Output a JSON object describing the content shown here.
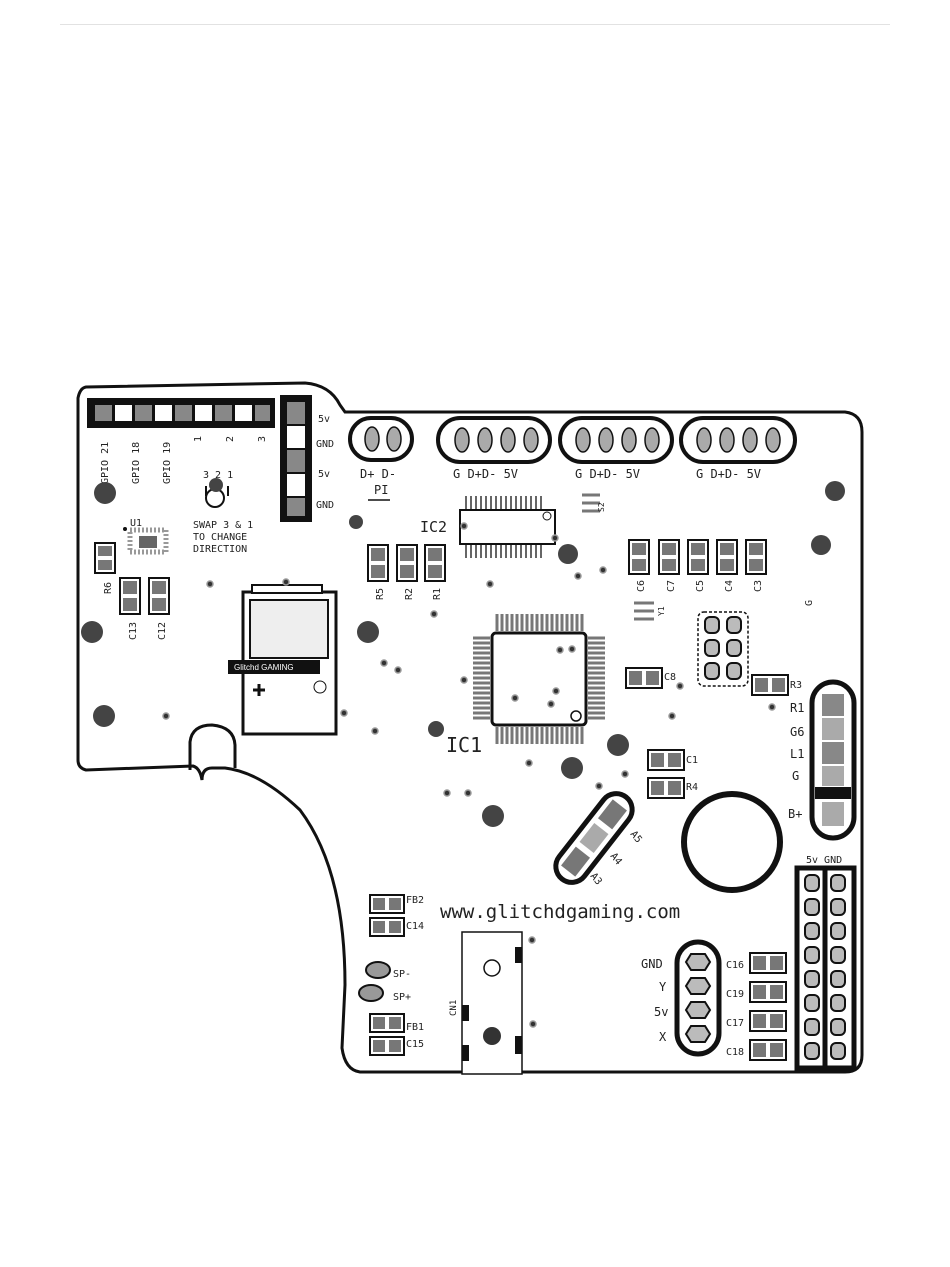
{
  "board": {
    "gpio_labels": [
      "GPIO 21",
      "GPIO 18",
      "GPIO 19",
      "1",
      "2",
      "3"
    ],
    "power_header": [
      "5v",
      "GND",
      "5v",
      "GND"
    ],
    "usb_header_1": "D+ D-",
    "usb_header_1_sub": "PI",
    "usb_header_2": "G D+D- 5V",
    "usb_header_3": "G D+D- 5V",
    "usb_header_4": "G D+D- 5V",
    "switch_pins": "3 2 1",
    "swap_note_1": "SWAP 3 & 1",
    "swap_note_2": "TO CHANGE",
    "swap_note_3": "DIRECTION",
    "ic1": "IC1",
    "ic2": "IC2",
    "u1": "U1",
    "y1": "Y1",
    "s2": "S2",
    "g_mark": "G",
    "resistors": [
      "R5",
      "R2",
      "R1"
    ],
    "r6": "R6",
    "r3": "R3",
    "r4": "R4",
    "caps_top": [
      "C6",
      "C7",
      "C5",
      "C4",
      "C3"
    ],
    "c13": "C13",
    "c12": "C12",
    "c8": "C8",
    "c1": "C1",
    "battery_labels": [
      "R1",
      "G6",
      "L1",
      "G",
      "B+"
    ],
    "diag_labels": [
      "A5",
      "A4",
      "A3"
    ],
    "url": "www.glitchdgaming.com",
    "logo_text": "Glitchd GAMING",
    "bottom_left": [
      "FB2",
      "C14",
      "SP-",
      "SP+",
      "FB1",
      "C15"
    ],
    "jack_label": "CN1",
    "joystick_labels": [
      "GND",
      "Y",
      "5v",
      "X"
    ],
    "caps_right": [
      "C16",
      "C19",
      "C17",
      "C18"
    ],
    "power_bus": "5v GND"
  },
  "colors": {
    "ink": "#111111",
    "pad": "#555555",
    "grey": "#777777"
  }
}
